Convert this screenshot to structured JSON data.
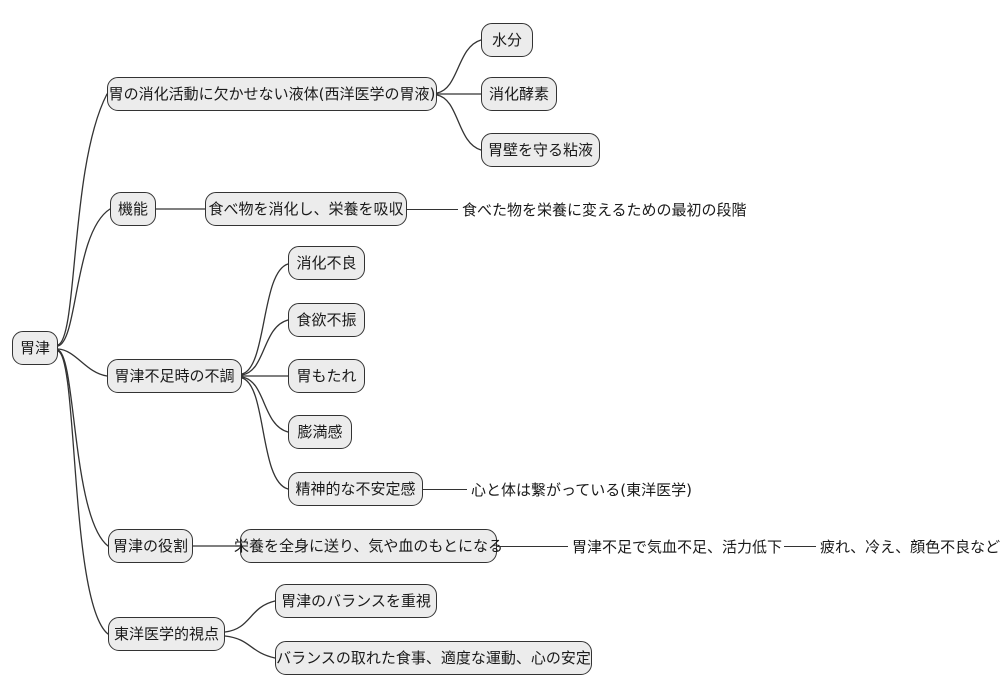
{
  "colors": {
    "background": "#ffffff",
    "node_fill": "#ececec",
    "node_border": "#333333",
    "connector": "#333333",
    "text": "#1a1a1a"
  },
  "diagram": {
    "type": "mindmap",
    "root": {
      "label": "胃津"
    },
    "branches": [
      {
        "label": "胃の消化活動に欠かせない液体(西洋医学の胃液)",
        "children": [
          {
            "label": "水分"
          },
          {
            "label": "消化酵素"
          },
          {
            "label": "胃壁を守る粘液"
          }
        ]
      },
      {
        "label": "機能",
        "children": [
          {
            "label": "食べ物を消化し、栄養を吸収",
            "note": "食べた物を栄養に変えるための最初の段階"
          }
        ]
      },
      {
        "label": "胃津不足時の不調",
        "children": [
          {
            "label": "消化不良"
          },
          {
            "label": "食欲不振"
          },
          {
            "label": "胃もたれ"
          },
          {
            "label": "膨満感"
          },
          {
            "label": "精神的な不安定感",
            "note": "心と体は繋がっている(東洋医学)"
          }
        ]
      },
      {
        "label": "胃津の役割",
        "children": [
          {
            "label": "栄養を全身に送り、気や血のもとになる",
            "note": "胃津不足で気血不足、活力低下",
            "note2": "疲れ、冷え、顔色不良など"
          }
        ]
      },
      {
        "label": "東洋医学的視点",
        "children": [
          {
            "label": "胃津のバランスを重視"
          },
          {
            "label": "バランスの取れた食事、適度な運動、心の安定"
          }
        ]
      }
    ]
  }
}
